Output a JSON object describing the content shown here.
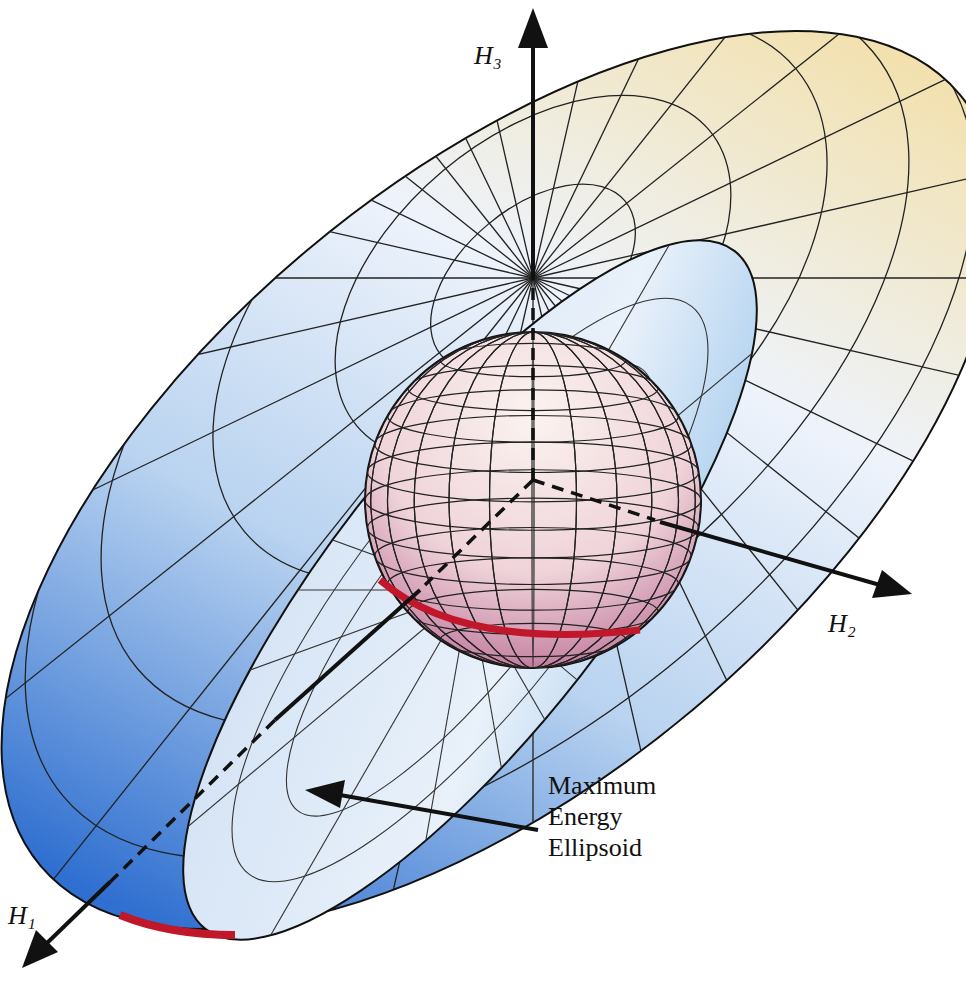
{
  "diagram": {
    "labels": [
      "H₃",
      "H₂",
      "H₁",
      "Maximum Energy Ellipsoid"
    ]
  }
}
